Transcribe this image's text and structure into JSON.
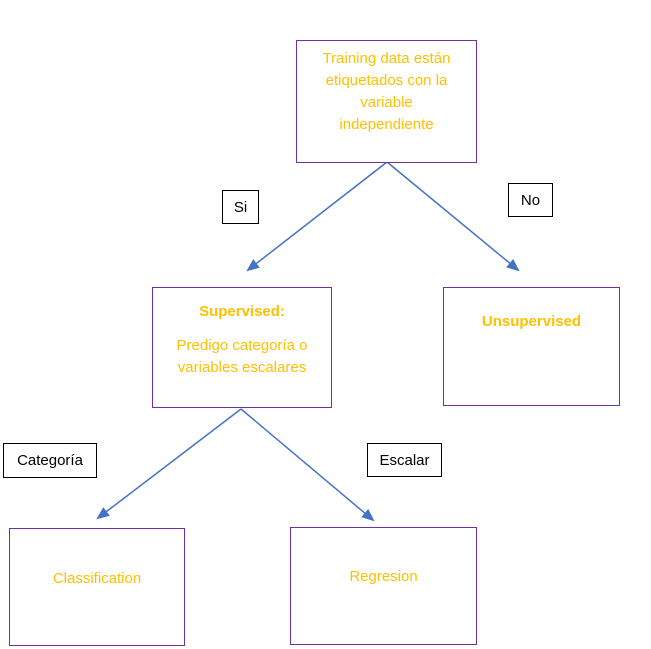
{
  "colors": {
    "background": "#FFFFFF",
    "node_border": "#7030A0",
    "node_text": "#FFC000",
    "connector": "#4472C4",
    "label_border": "#000000",
    "label_text": "#000000"
  },
  "nodes": {
    "root": {
      "lines": [
        "Training data están",
        "etiquetados con la",
        "variable",
        "independiente"
      ]
    },
    "supervised": {
      "title": "Supervised:",
      "lines": [
        "Predigo categoría o",
        "variables escalares"
      ]
    },
    "unsupervised": {
      "title": "Unsupervised"
    },
    "classification": {
      "label": "Classification"
    },
    "regression": {
      "label": "Regresion"
    }
  },
  "edge_labels": {
    "si": "Si",
    "no": "No",
    "categoria": "Categoría",
    "escalar": "Escalar"
  }
}
